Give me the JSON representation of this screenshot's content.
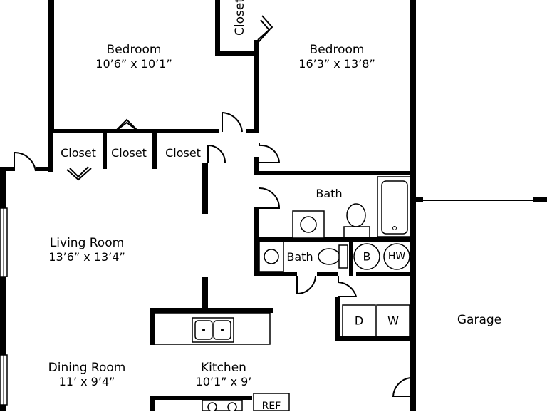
{
  "rooms": {
    "bedroom_left": {
      "name": "Bedroom",
      "dims": "10’6” x 10’1”"
    },
    "bedroom_right": {
      "name": "Bedroom",
      "dims": "16’3” x 13’8”"
    },
    "living": {
      "name": "Living Room",
      "dims": "13’6” x 13’4”"
    },
    "dining": {
      "name": "Dining Room",
      "dims": "11’ x 9’4”"
    },
    "kitchen": {
      "name": "Kitchen",
      "dims": "10’1” x 9’"
    },
    "garage": {
      "name": "Garage"
    },
    "bath_main": {
      "name": "Bath"
    },
    "bath_half": {
      "name": "Bath"
    }
  },
  "closets": {
    "closet_1": "Closet",
    "closet_2": "Closet",
    "closet_3": "Closet",
    "closet_top": "Closet"
  },
  "appliances": {
    "boiler": "B",
    "water_heater": "HW",
    "dryer": "D",
    "washer": "W",
    "refrigerator": "REF"
  }
}
